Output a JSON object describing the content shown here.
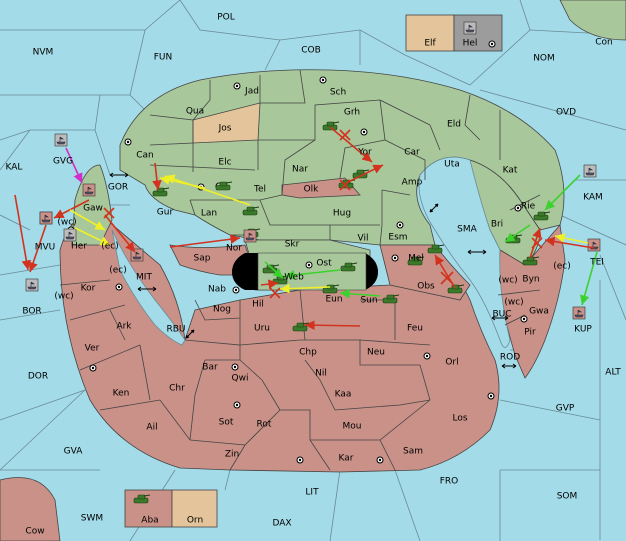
{
  "colors": {
    "sea": "#a3dbe8",
    "green_power": "#a8c79a",
    "red_power": "#c99187",
    "tan_power": "#e4c49a",
    "grey_power": "#9c9c9c",
    "order_red": "#d2321e",
    "order_yellow": "#f0f028",
    "order_green": "#3cd22d",
    "order_magenta": "#d22dc8"
  },
  "legend_top": {
    "left": "Elf",
    "right": "Hel"
  },
  "legend_bottom": {
    "left": "Aba",
    "right": "Orn"
  },
  "sea_labels": {
    "POL": "POL",
    "COB": "COB",
    "FUN": "FUN",
    "NVM": "NVM",
    "NOM": "NOM",
    "Con": "Con",
    "OVD": "OVD",
    "KAL": "KAL",
    "GVG": "GVG",
    "GOR": "GOR",
    "KAM": "KAM",
    "SMA": "SMA",
    "BOR": "BOR",
    "MIT": "MIT",
    "RBU": "RBU",
    "BUC": "BUC",
    "ROD": "ROD",
    "TEI": "TEI",
    "KUP": "KUP",
    "ALT": "ALT",
    "DOR": "DOR",
    "GVP": "GVP",
    "GVA": "GVA",
    "FRO": "FRO",
    "SOM": "SOM",
    "LIT": "LIT",
    "SWM": "SWM",
    "DAX": "DAX",
    "Cow": "Cow"
  },
  "land_labels": {
    "Jad": "Jad",
    "Sch": "Sch",
    "Qua": "Qua",
    "Jos": "Jos",
    "Grh": "Grh",
    "Eld": "Eld",
    "Can": "Can",
    "Elc": "Elc",
    "Nar": "Nar",
    "Yor": "Yor",
    "Car": "Car",
    "Uta": "Uta",
    "Kat": "Kat",
    "Tel": "Tel",
    "Olk": "Olk",
    "Amp": "Amp",
    "Gur": "Gur",
    "Lan": "Lan",
    "Hug": "Hug",
    "Bri": "Bri",
    "Rie": "Rie",
    "Vil": "Vil",
    "Esm": "Esm",
    "Gaw": "Gaw",
    "Her": "Her",
    "Nor": "Nor",
    "Skr": "Skr",
    "Ost": "Ost",
    "Mel": "Mel",
    "Sap": "Sap",
    "Web": "Web",
    "Byn": "Byn",
    "Kor": "Kor",
    "Nab": "Nab",
    "Hil": "Hil",
    "Eun": "Eun",
    "Sun": "Sun",
    "Obs": "Obs",
    "Gwa": "Gwa",
    "Nog": "Nog",
    "Uru": "Uru",
    "Feu": "Feu",
    "Pir": "Pir",
    "Ark": "Ark",
    "Ver": "Ver",
    "Chp": "Chp",
    "Neu": "Neu",
    "Orl": "Orl",
    "Bar": "Bar",
    "Qwi": "Qwi",
    "Nil": "Nil",
    "Ken": "Ken",
    "Chr": "Chr",
    "Kaa": "Kaa",
    "Ail": "Ail",
    "Sot": "Sot",
    "Rot": "Rot",
    "Mou": "Mou",
    "Los": "Los",
    "Zin": "Zin",
    "Kar": "Kar",
    "Sam": "Sam",
    "MVU": "MVU"
  },
  "coast_labels": {
    "wc1": "(wc)",
    "ec1": "(ec)",
    "ec2": "(ec)",
    "wc2": "(wc)",
    "ec3": "(ec)",
    "wc3": "(wc)",
    "wc4": "(wc)"
  }
}
